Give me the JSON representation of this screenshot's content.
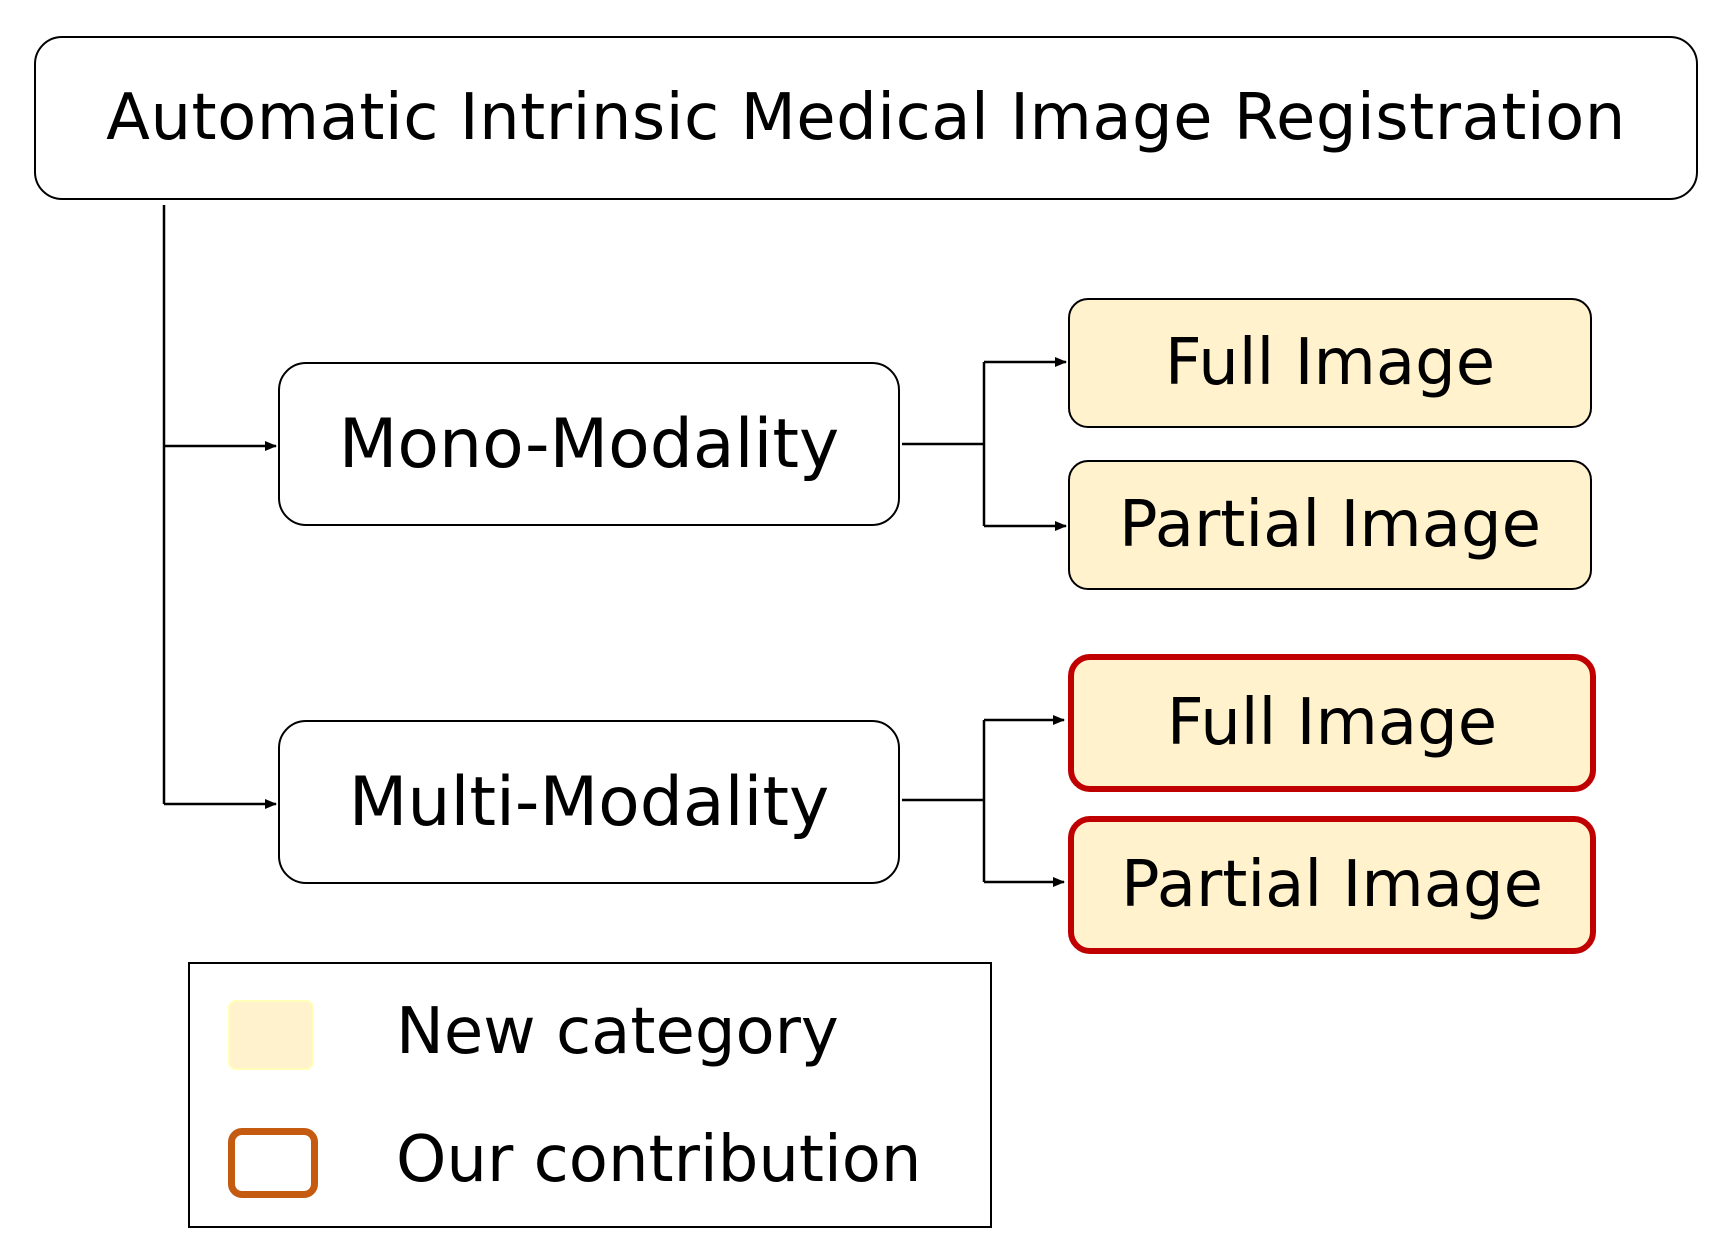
{
  "title": "Automatic Intrinsic Medical Image Registration",
  "branches": [
    {
      "label": "Mono-Modality",
      "children": [
        {
          "label": "Full Image",
          "style": "new-category"
        },
        {
          "label": "Partial Image",
          "style": "new-category"
        }
      ]
    },
    {
      "label": "Multi-Modality",
      "children": [
        {
          "label": "Full Image",
          "style": "our-contribution"
        },
        {
          "label": "Partial Image",
          "style": "our-contribution"
        }
      ]
    }
  ],
  "legend": {
    "new_category": "New category",
    "our_contribution": "Our contribution"
  },
  "colors": {
    "new_category_fill": "#fff2cc",
    "contribution_border": "#c00000",
    "legend_contribution_border": "#c55a11",
    "line": "#000000"
  }
}
